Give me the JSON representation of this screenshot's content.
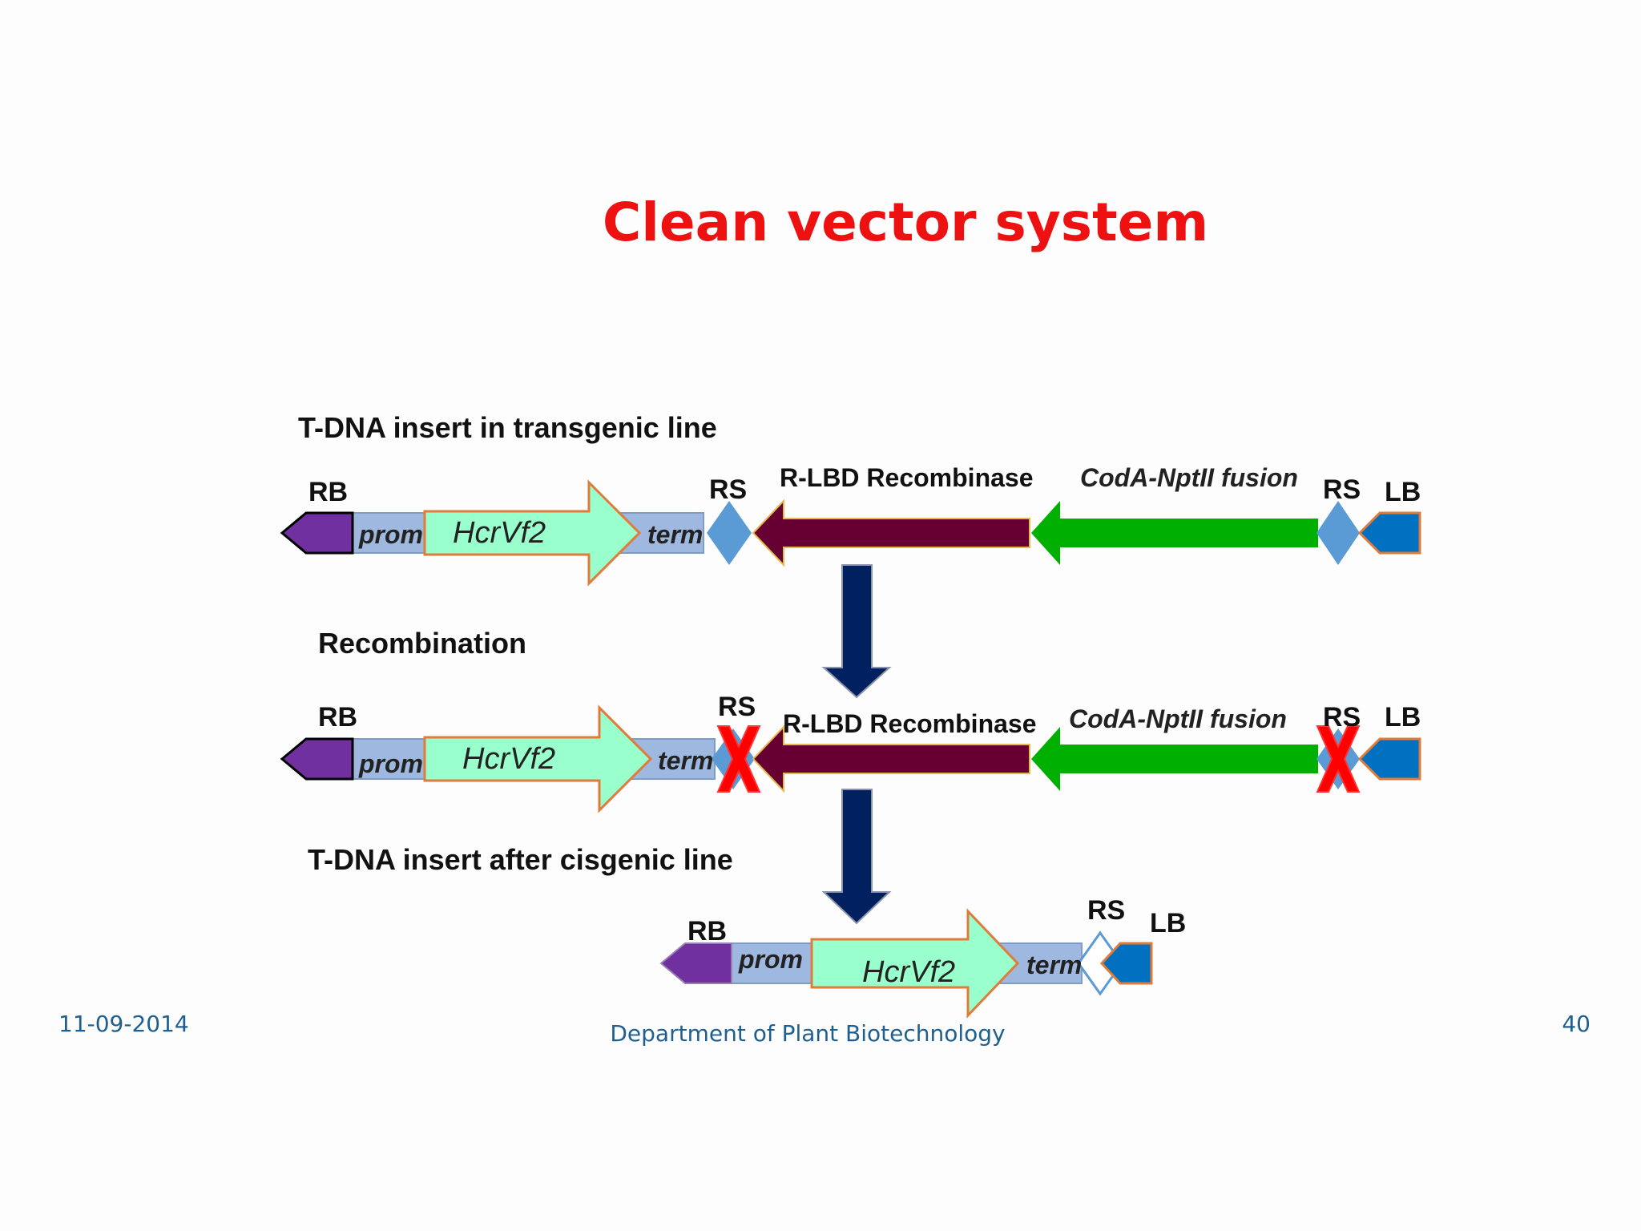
{
  "title": "Clean vector system",
  "sections": {
    "transgenic": "T-DNA insert in transgenic line",
    "recombination": "Recombination",
    "cisgenic": "T-DNA insert after cisgenic line"
  },
  "construct1": {
    "rb": "RB",
    "prom": "prom",
    "gene": "HcrVf2",
    "term": "term",
    "rs1": "RS",
    "recombinase": "R-LBD Recombinase",
    "fusion": "CodA-NptII fusion",
    "rs2": "RS",
    "lb": "LB"
  },
  "construct2": {
    "rb": "RB",
    "prom": "prom",
    "gene": "HcrVf2",
    "term": "term",
    "rs1": "RS",
    "recombinase": "R-LBD Recombinase",
    "fusion": "CodA-NptII fusion",
    "rs2": "RS",
    "lb": "LB"
  },
  "construct3": {
    "rb": "RB",
    "prom": "prom",
    "gene": "HcrVf2",
    "term": "term",
    "rs": "RS",
    "lb": "LB"
  },
  "footer": {
    "date": "11-09-2014",
    "department": "Department of Plant Biotechnology",
    "page": "40"
  },
  "colors": {
    "title": "#ee1111",
    "rb": "#7030a0",
    "backbone": "#9fb8df",
    "gene": "#99ffcc",
    "gene_border": "#e07b39",
    "rs": "#5b9bd5",
    "recombinase": "#660033",
    "fusion": "#00b000",
    "lb": "#0070c0",
    "down_arrow": "#002060",
    "cross": "#ff0000"
  }
}
